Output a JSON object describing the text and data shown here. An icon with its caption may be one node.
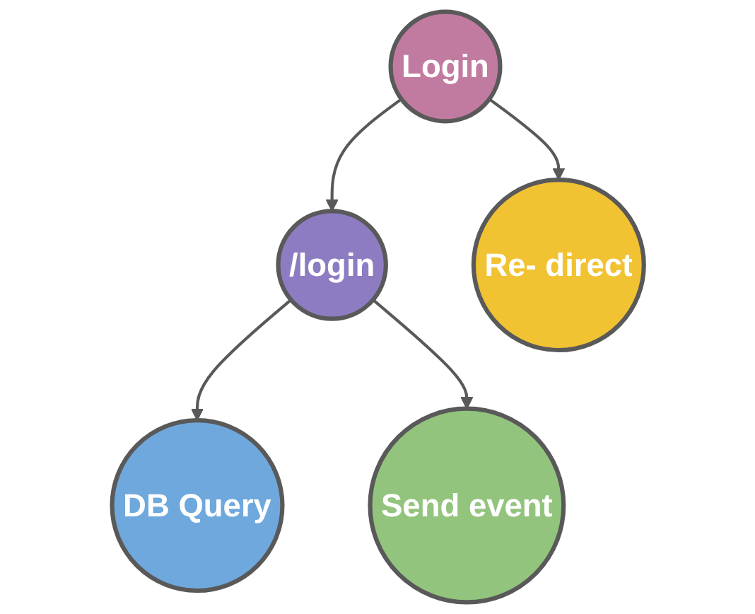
{
  "diagram": {
    "nodes": [
      {
        "text": [
          "Login"
        ]
      },
      {
        "text": [
          "/login"
        ]
      },
      {
        "text": [
          "Re- direct"
        ]
      },
      {
        "text": [
          "DB Query"
        ]
      },
      {
        "text": [
          "Send event"
        ]
      }
    ],
    "edges": [
      {
        "from": 0,
        "to": 1,
        "arrow": "to"
      },
      {
        "from": 0,
        "to": 2,
        "arrow": "to"
      },
      {
        "from": 1,
        "to": 3,
        "arrow": "to"
      },
      {
        "from": 1,
        "to": 4,
        "arrow": "to"
      }
    ]
  }
}
